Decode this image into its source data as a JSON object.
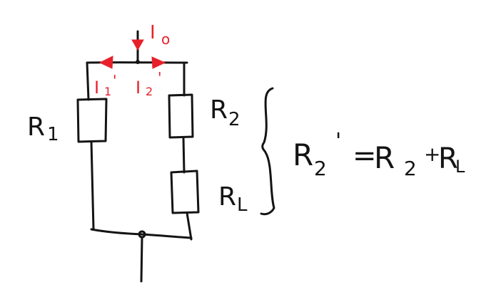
{
  "colors": {
    "ink": "#141414",
    "current": "#e8202a",
    "background": "#ffffff"
  },
  "labels": {
    "I0": {
      "main": "I",
      "sub": "o"
    },
    "I1": {
      "main": "I",
      "sub": "1",
      "prime": "'"
    },
    "I2": {
      "main": "I",
      "sub": "2",
      "prime": "'"
    },
    "R1": {
      "main": "R",
      "sub": "1"
    },
    "R2": {
      "main": "R",
      "sub": "2"
    },
    "RL": {
      "main": "R",
      "sub": "L"
    }
  },
  "equation": {
    "lhs_main": "R",
    "lhs_sub": "2",
    "lhs_prime": "'",
    "equals": "=",
    "term1_main": "R",
    "term1_sub": "2",
    "plus": "+",
    "term2_main": "R",
    "term2_sub": "L"
  }
}
